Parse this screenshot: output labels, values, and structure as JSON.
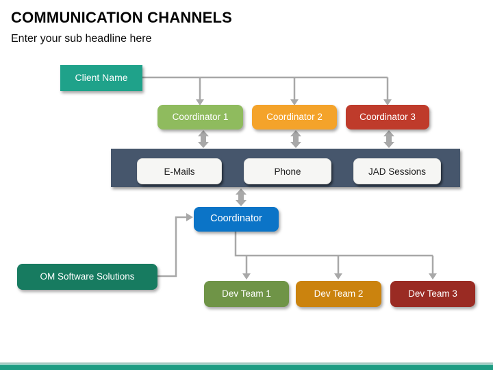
{
  "slide": {
    "title": "COMMUNICATION CHANNELS",
    "subtitle": "Enter your sub headline here",
    "footer_bar_color": "#1D9C82"
  },
  "diagram": {
    "client": {
      "label": "Client Name",
      "color": "#1FA28A"
    },
    "coordinators": {
      "items": [
        {
          "label": "Coordinator 1",
          "color": "#8FBB5E"
        },
        {
          "label": "Coordinator 2",
          "color": "#F4A32A"
        },
        {
          "label": "Coordinator 3",
          "color": "#BF3B2B"
        }
      ]
    },
    "channels": {
      "bar_color": "#46566C",
      "box_color": "#F6F6F4",
      "items": [
        {
          "label": "E-Mails"
        },
        {
          "label": "Phone"
        },
        {
          "label": "JAD Sessions"
        }
      ]
    },
    "coordinator": {
      "label": "Coordinator",
      "color": "#0B74C7"
    },
    "company": {
      "label": "OM Software Solutions",
      "color": "#177B60"
    },
    "dev_teams": {
      "items": [
        {
          "label": "Dev Team 1",
          "color": "#6F9447"
        },
        {
          "label": "Dev Team 2",
          "color": "#CB830E"
        },
        {
          "label": "Dev Team 3",
          "color": "#9A2B23"
        }
      ]
    },
    "connector_color": "#A8A8A8"
  }
}
